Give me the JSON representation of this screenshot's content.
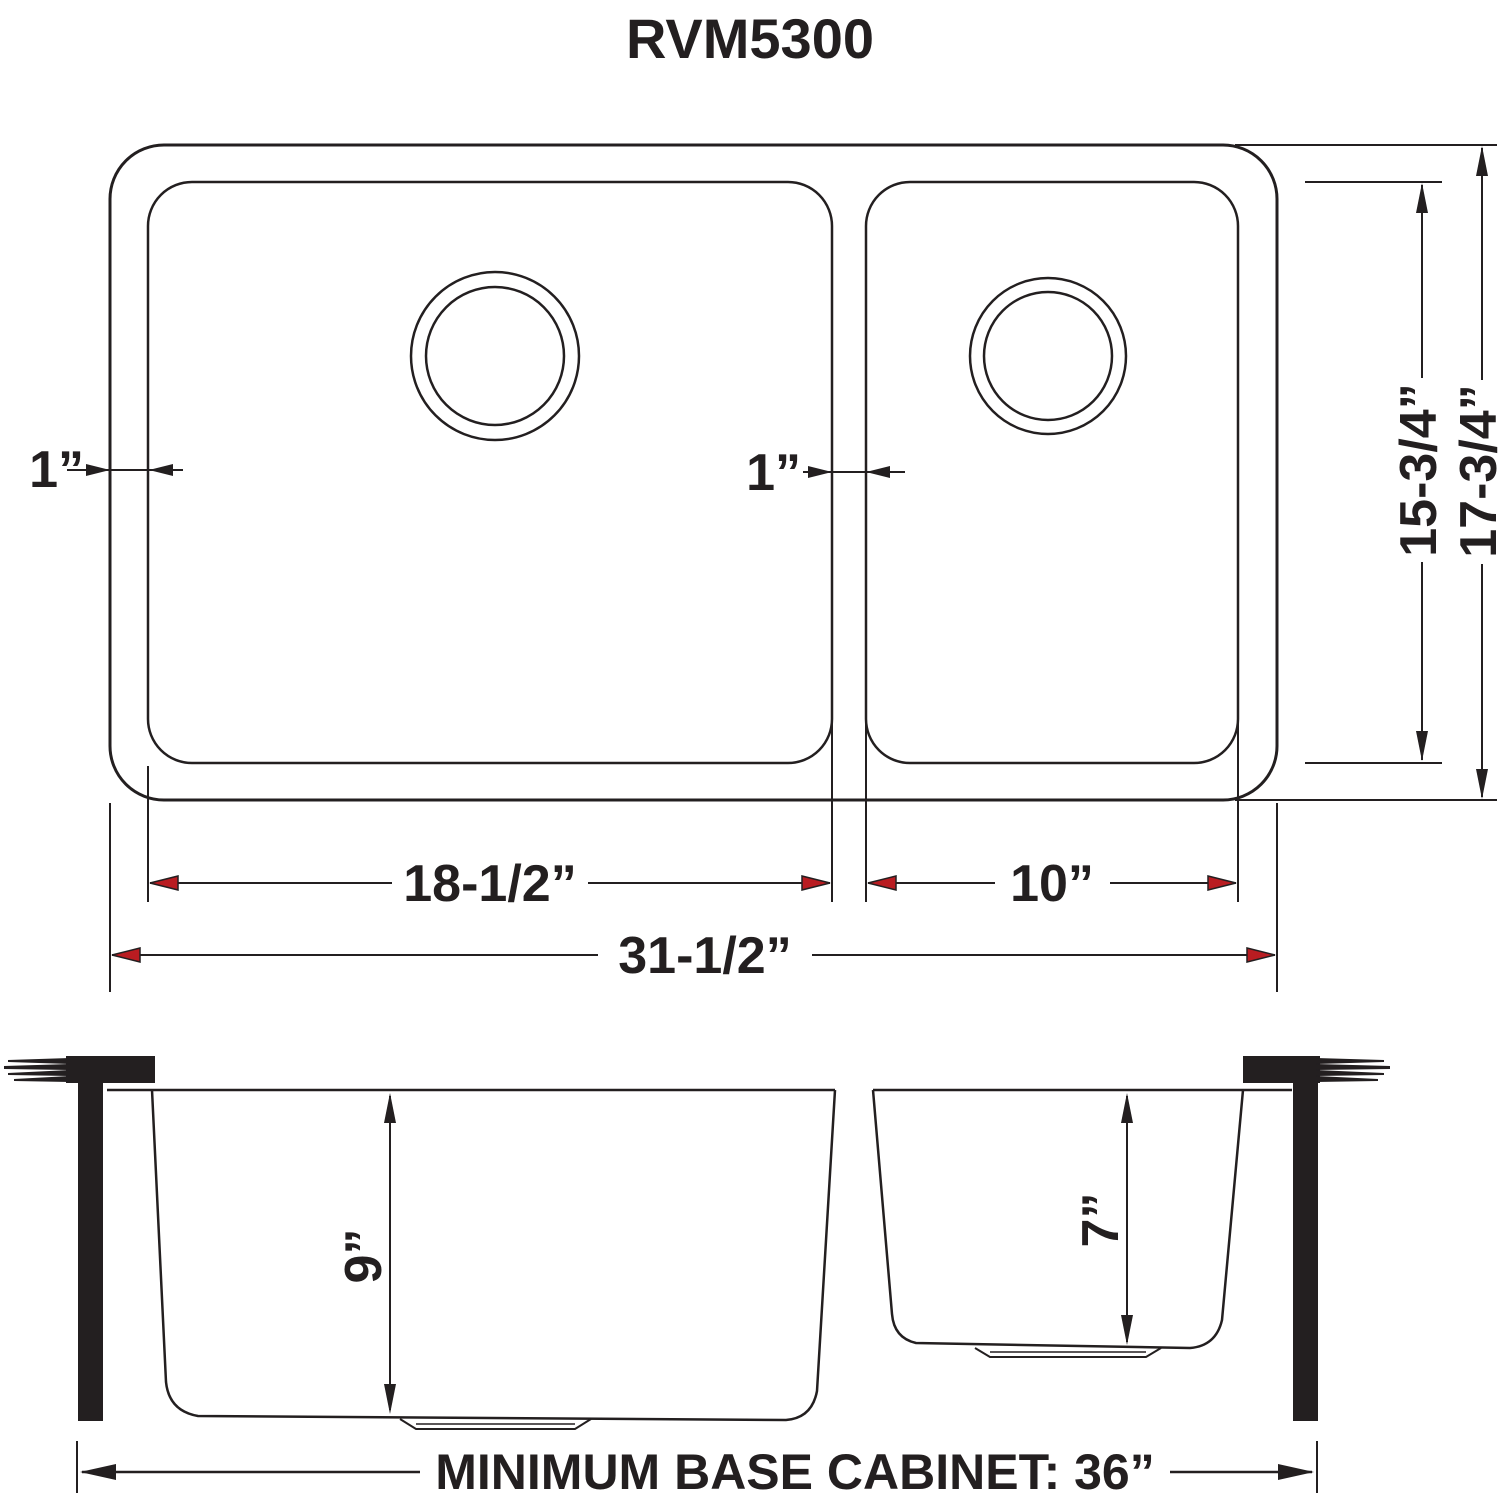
{
  "title": "RVM5300",
  "colors": {
    "ink": "#231f20",
    "arrow_red": "#b91c21",
    "background": "#ffffff"
  },
  "top_view": {
    "left_rim_gap": "1”",
    "divider_gap": "1”",
    "left_bowl_width": "18-1/2”",
    "right_bowl_width": "10”",
    "overall_width": "31-1/2”",
    "bowl_front_to_back": "15-3/4”",
    "overall_front_to_back": "17-3/4”"
  },
  "side_view": {
    "left_bowl_depth": "9”",
    "right_bowl_depth": "7”",
    "cabinet_note": "MINIMUM BASE CABINET: 36”"
  }
}
